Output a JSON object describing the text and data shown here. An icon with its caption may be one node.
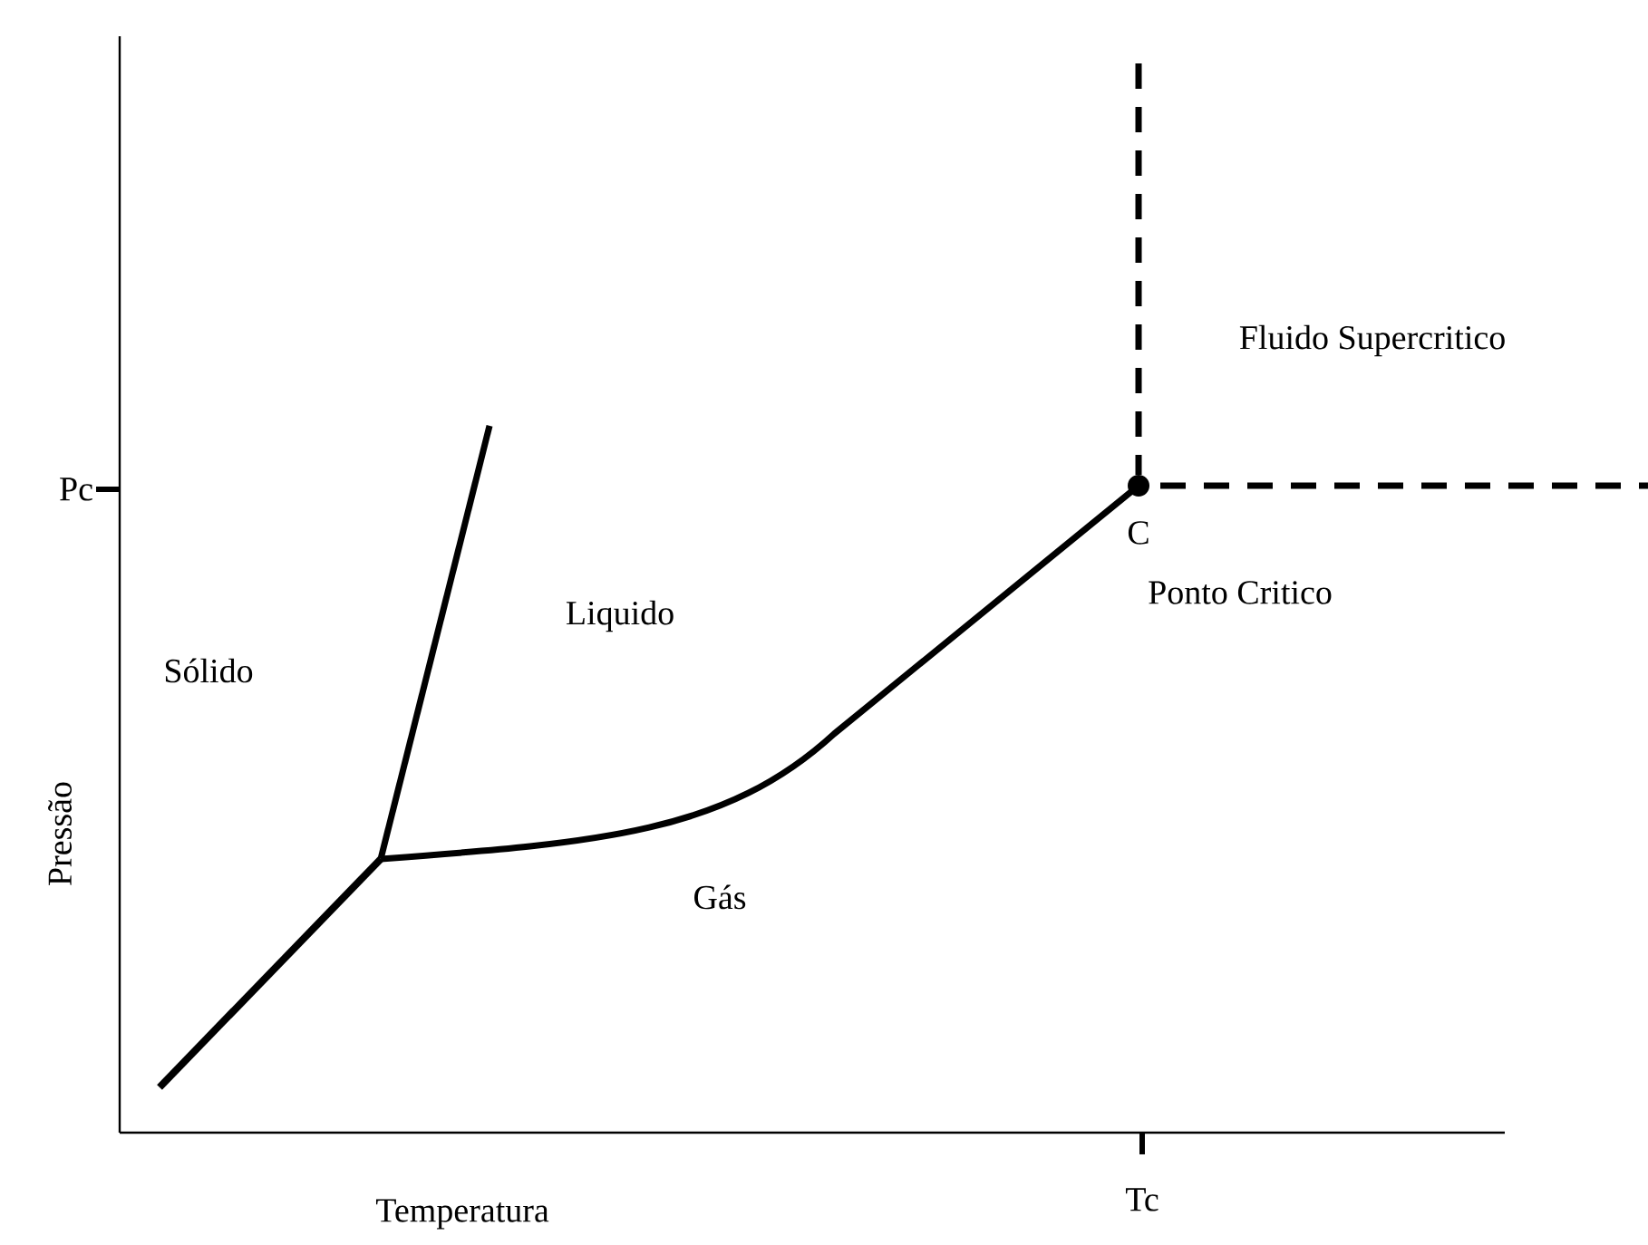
{
  "diagram": {
    "labels": [
      "Fluido Supercritico",
      "Pc",
      "C",
      "Ponto Critico",
      "Liquido",
      "Sólido",
      "Pressão",
      "Gás",
      "Tc",
      "Temperatura"
    ]
  }
}
